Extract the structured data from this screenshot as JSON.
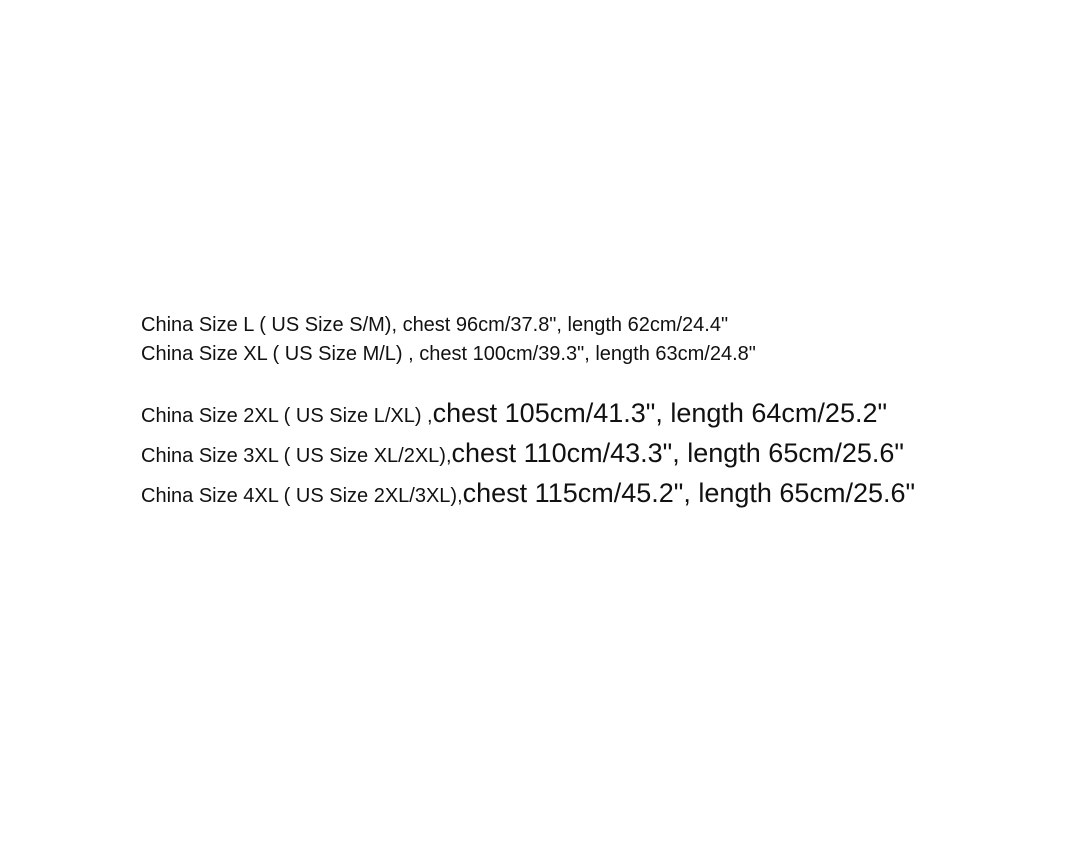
{
  "size_chart": {
    "line1": {
      "text": "China Size L ( US Size S/M), chest 96cm/37.8\", length 62cm/24.4\""
    },
    "line2": {
      "text": "China Size XL ( US Size M/L) , chest 100cm/39.3\", length 63cm/24.8\""
    },
    "line3": {
      "prefix": "China Size 2XL ( US Size L/XL) ,",
      "measurements": "chest 105cm/41.3\", length 64cm/25.2\""
    },
    "line4": {
      "prefix": "China Size 3XL ( US Size XL/2XL),",
      "measurements": "chest 110cm/43.3\", length 65cm/25.6\""
    },
    "line5": {
      "prefix": "China Size 4XL ( US Size 2XL/3XL),",
      "measurements": "chest 115cm/45.2\", length 65cm/25.6\""
    }
  }
}
